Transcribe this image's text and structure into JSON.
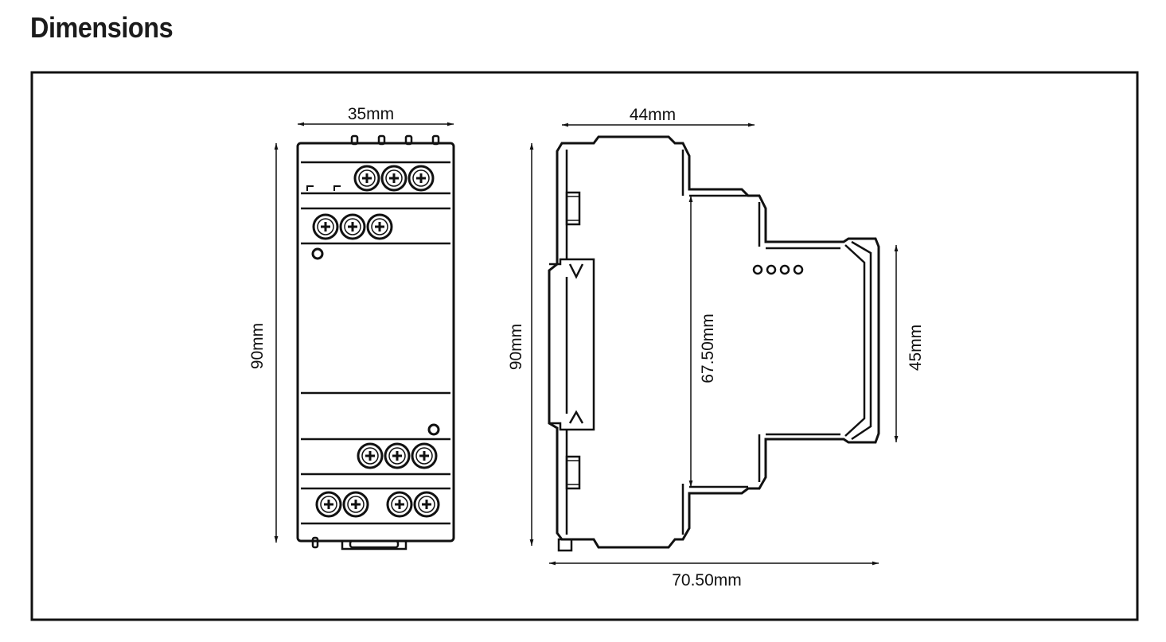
{
  "title": "Dimensions",
  "front_view": {
    "width_label": "35mm",
    "height_label": "90mm"
  },
  "side_view": {
    "top_width_label": "44mm",
    "height_label": "90mm",
    "inner_height_label": "67.50mm",
    "right_height_label": "45mm",
    "bottom_width_label": "70.50mm"
  }
}
